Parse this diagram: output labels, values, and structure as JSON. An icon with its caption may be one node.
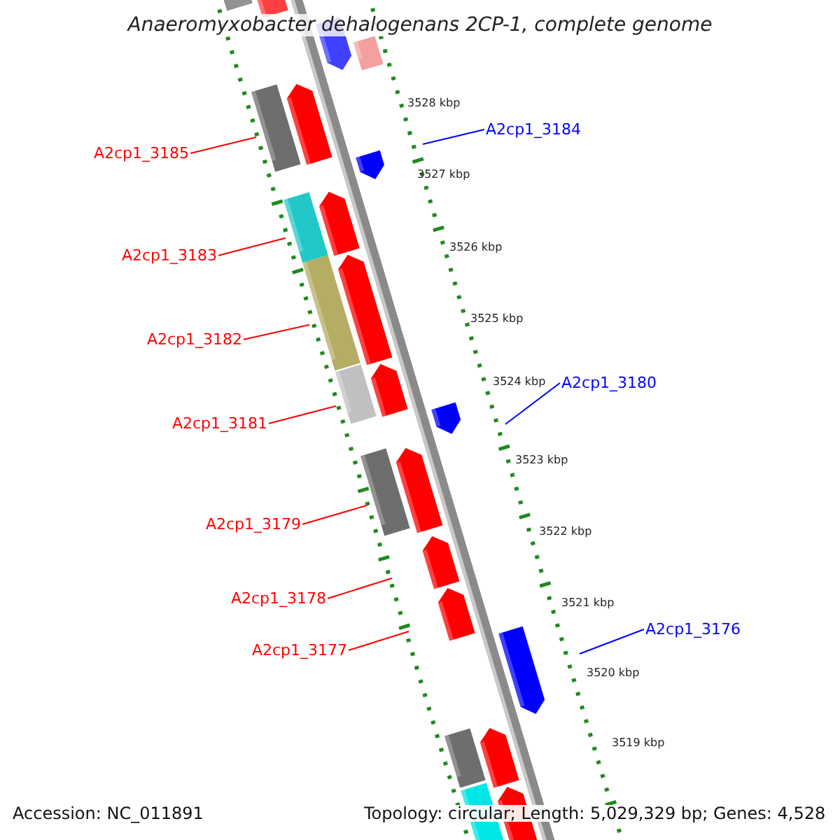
{
  "diagram": {
    "title": "Anaeromyxobacter dehalogenans 2CP-1, complete genome",
    "nodes": [
      {
        "text": [
          "A2cp1_3185"
        ]
      },
      {
        "text": [
          "A2cp1_3184"
        ]
      },
      {
        "text": [
          "A2cp1_3183"
        ]
      },
      {
        "text": [
          "A2cp1_3182"
        ]
      },
      {
        "text": [
          "A2cp1_3181"
        ]
      },
      {
        "text": [
          "A2cp1_3180"
        ]
      },
      {
        "text": [
          "A2cp1_3179"
        ]
      },
      {
        "text": [
          "A2cp1_3178"
        ]
      },
      {
        "text": [
          "A2cp1_3177"
        ]
      },
      {
        "text": [
          "A2cp1_3176"
        ]
      }
    ],
    "edges": [
      {
        "from": 0,
        "to": null,
        "arrow": "none"
      },
      {
        "from": 1,
        "to": null,
        "arrow": "none",
        "color": "#0000ff"
      },
      {
        "from": 2,
        "to": null,
        "arrow": "none"
      },
      {
        "from": 3,
        "to": null,
        "arrow": "none"
      },
      {
        "from": 4,
        "to": null,
        "arrow": "none"
      },
      {
        "from": 5,
        "to": null,
        "arrow": "none",
        "color": "#0000ff"
      },
      {
        "from": 6,
        "to": null,
        "arrow": "none"
      },
      {
        "from": 7,
        "to": null,
        "arrow": "none"
      },
      {
        "from": 8,
        "to": null,
        "arrow": "none"
      },
      {
        "from": 9,
        "to": null,
        "arrow": "none",
        "color": "#0000ff"
      }
    ],
    "labels": [
      "3528 kbp",
      "3527 kbp",
      "3526 kbp",
      "3525 kbp",
      "3524 kbp",
      "3523 kbp",
      "3522 kbp",
      "3521 kbp",
      "3520 kbp",
      "3519 kbp",
      "Accession: NC_011891",
      "Topology: circular; Length: 5,029,329 bp; Genes: 4,528"
    ]
  }
}
